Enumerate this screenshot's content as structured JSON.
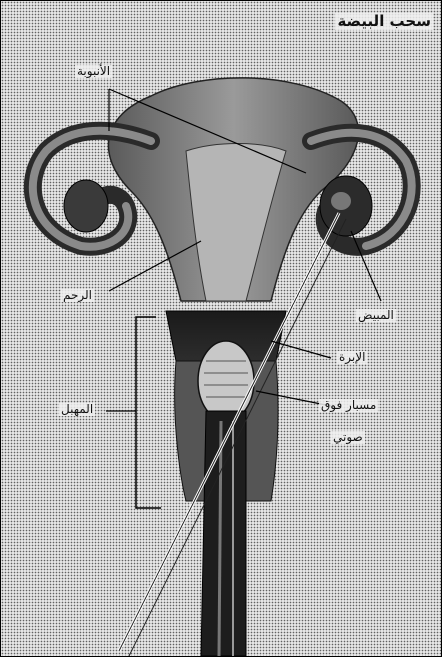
{
  "diagram": {
    "title": "سحب البيضة",
    "labels": {
      "tube": "الأنبوبة",
      "uterus": "الرحم",
      "ovary": "المبيض",
      "needle": "الإبرة",
      "probe_line1": "مسبار فوق",
      "probe_line2": "صوتي",
      "vagina": "المهبل"
    }
  }
}
